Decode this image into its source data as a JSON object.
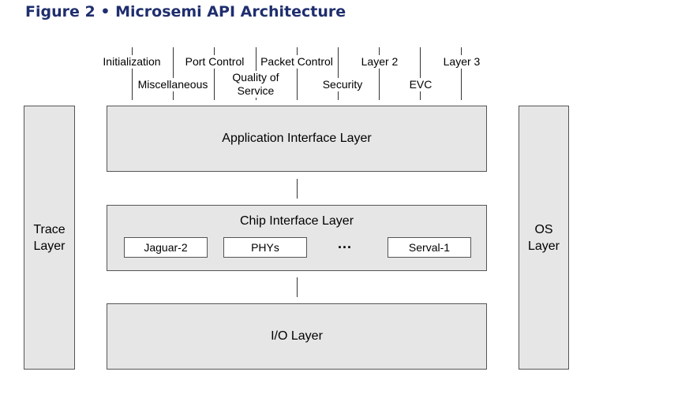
{
  "figure": {
    "title": "Figure 2 • Microsemi API Architecture"
  },
  "diagram": {
    "trace_layer": [
      "Trace",
      "Layer"
    ],
    "os_layer": [
      "OS",
      "Layer"
    ],
    "application_layer": "Application Interface Layer",
    "chip_layer": {
      "title": "Chip Interface Layer",
      "chips": [
        "Jaguar-2",
        "PHYs",
        "Serval-1"
      ],
      "ellipsis": "..."
    },
    "io_layer": "I/O Layer",
    "api_groups": {
      "top_row": [
        "Initialization",
        "Port Control",
        "Packet Control",
        "Layer 2",
        "Layer 3"
      ],
      "bottom_row": [
        "Miscellaneous",
        "Quality of Service",
        "Security",
        "EVC"
      ]
    }
  }
}
